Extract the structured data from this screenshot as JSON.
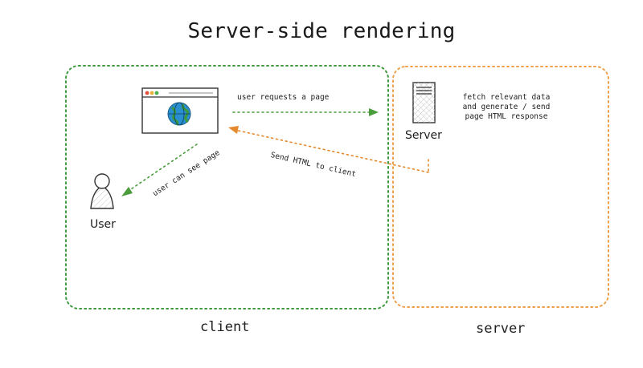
{
  "title": "Server-side rendering",
  "regions": {
    "client_label": "client",
    "server_label": "server"
  },
  "nodes": {
    "user_label": "User",
    "server_label": "Server",
    "browser_icon": "browser-window-globe-icon",
    "user_icon": "user-person-icon",
    "server_icon": "server-tower-icon"
  },
  "edges": {
    "request": "user requests a page",
    "response": "Send HTML to client",
    "view": "user can see page"
  },
  "server_note": "fetch relevant data\nand generate / send\npage HTML response",
  "colors": {
    "client": "#3f9a3f",
    "server": "#f0a04a",
    "request_arrow": "#4a9c3c",
    "response_arrow": "#e58a2c",
    "globe": "#2a8fd0"
  }
}
